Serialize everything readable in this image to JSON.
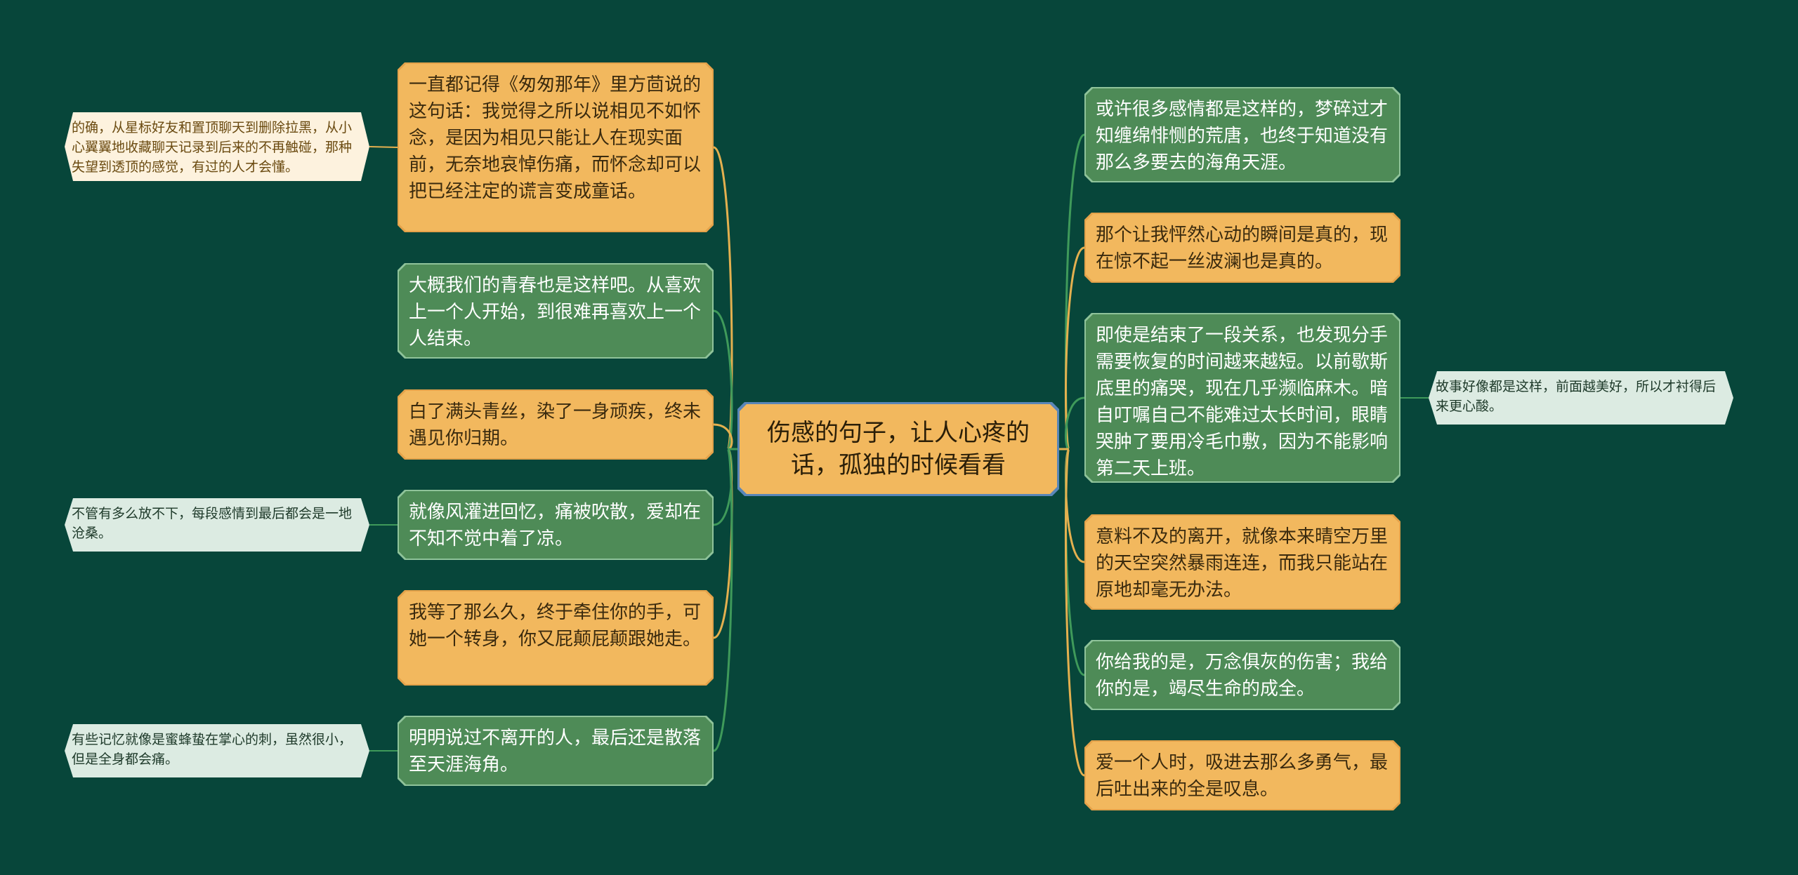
{
  "colors": {
    "background": "#07463A",
    "orange": "#F2B85E",
    "green": "#4E8B57",
    "link_orange": "#E4B04F",
    "link_green": "#3F9A5A"
  },
  "center": {
    "label": "伤感的句子，让人心疼的话，孤独的时候看看"
  },
  "left_branches": [
    {
      "text": "一直都记得《匆匆那年》里方茴说的这句话：我觉得之所以说相见不如怀念，是因为相见只能让人在现实面前，无奈地哀悼伤痛，而怀念却可以把已经注定的谎言变成童话。",
      "style": "orange",
      "leaf": "的确，从星标好友和置顶聊天到删除拉黑，从小心翼翼地收藏聊天记录到后来的不再触碰，那种失望到透顶的感觉，有过的人才会懂。"
    },
    {
      "text": "大概我们的青春也是这样吧。从喜欢上一个人开始，到很难再喜欢上一个人结束。",
      "style": "green"
    },
    {
      "text": "白了满头青丝，染了一身顽疾，终未遇见你归期。",
      "style": "orange"
    },
    {
      "text": "就像风灌进回忆，痛被吹散，爱却在不知不觉中着了凉。",
      "style": "green",
      "leaf": "不管有多么放不下，每段感情到最后都会是一地沧桑。"
    },
    {
      "text": "我等了那么久，终于牵住你的手，可她一个转身，你又屁颠屁颠跟她走。",
      "style": "orange"
    },
    {
      "text": "明明说过不离开的人，最后还是散落至天涯海角。",
      "style": "green",
      "leaf": "有些记忆就像是蜜蜂蛰在掌心的刺，虽然很小，但是全身都会痛。"
    }
  ],
  "right_branches": [
    {
      "text": "或许很多感情都是这样的，梦碎过才知缠绵悱恻的荒唐，也终于知道没有那么多要去的海角天涯。",
      "style": "green"
    },
    {
      "text": "那个让我怦然心动的瞬间是真的，现在惊不起一丝波澜也是真的。",
      "style": "orange"
    },
    {
      "text": "即使是结束了一段关系，也发现分手需要恢复的时间越来越短。以前歇斯底里的痛哭，现在几乎濒临麻木。暗自叮嘱自己不能难过太长时间，眼睛哭肿了要用冷毛巾敷，因为不能影响第二天上班。",
      "style": "green",
      "leaf": "故事好像都是这样，前面越美好，所以才衬得后来更心酸。"
    },
    {
      "text": "意料不及的离开，就像本来晴空万里的天空突然暴雨连连，而我只能站在原地却毫无办法。",
      "style": "orange"
    },
    {
      "text": "你给我的是，万念俱灰的伤害；我给你的是，竭尽生命的成全。",
      "style": "green"
    },
    {
      "text": "爱一个人时，吸进去那么多勇气，最后吐出来的全是叹息。",
      "style": "orange"
    }
  ]
}
